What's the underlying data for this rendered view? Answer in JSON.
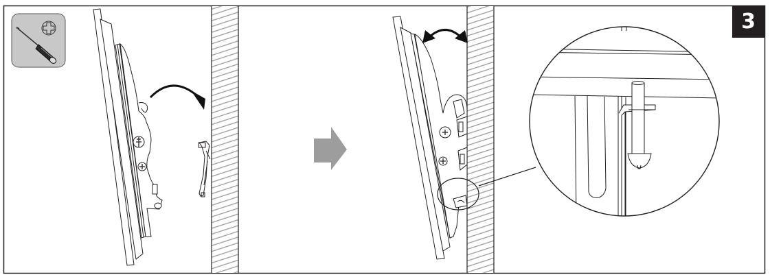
{
  "figure": {
    "type": "wall-mount installation step",
    "step_number": "3",
    "panels": [
      {
        "id": "panel-1",
        "description": "TV with mounting brackets being tilted toward wall plate",
        "tool_icon": "phillips-screwdriver-icon",
        "motion": "curved-arrow-clockwise"
      },
      {
        "id": "panel-2",
        "description": "TV hooked onto wall plate, tilt adjustment shown",
        "transition": "right-arrow",
        "motion": "double-headed-curved-arrow",
        "callout": "magnify-lower-hook"
      },
      {
        "id": "panel-3",
        "description": "Magnified detail: safety screw through bracket tab"
      }
    ]
  },
  "colors": {
    "frame": "#231f20",
    "badge_bg": "#231f20",
    "badge_text": "#ffffff",
    "tool_box_bg": "#c8c8c8",
    "transition_arrow": "#9d9d9d",
    "wall_hatch": "#9a9a9a"
  }
}
